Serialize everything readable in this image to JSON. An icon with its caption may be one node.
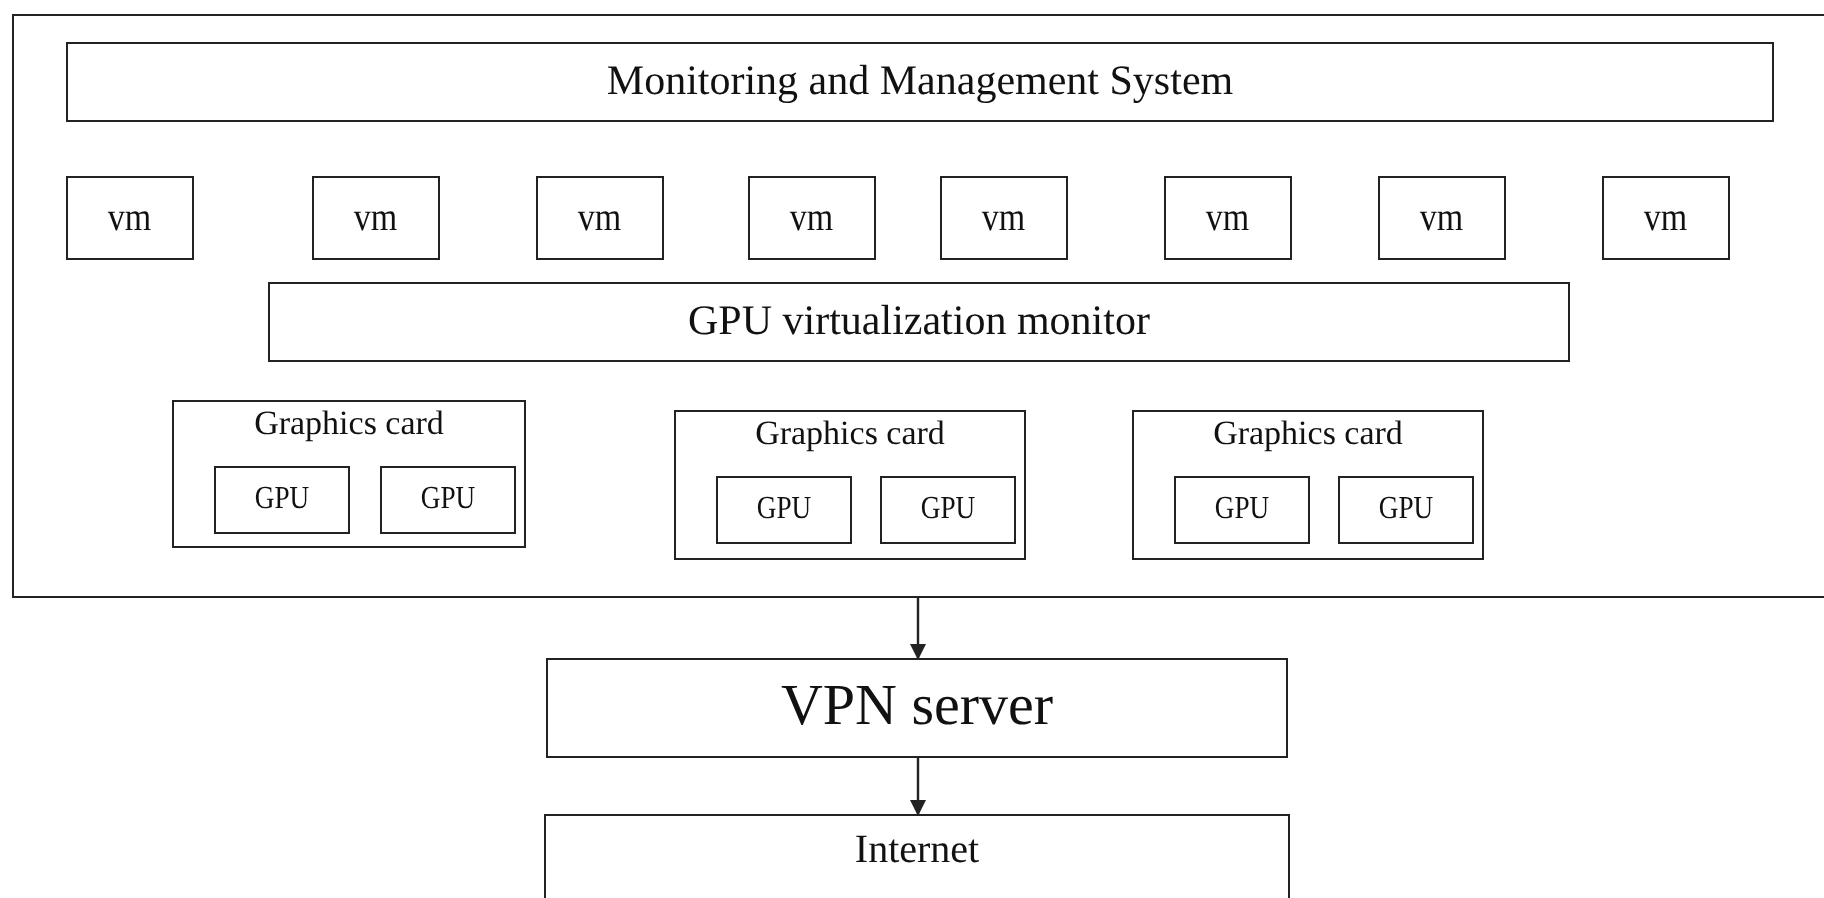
{
  "diagram": {
    "nodes": [
      {
        "text": [],
        "shape": "box"
      },
      {
        "text": [
          "Monitoring and Management System"
        ],
        "in": 0
      },
      {
        "text": [
          "vm"
        ],
        "in": 0
      },
      {
        "text": [
          "vm"
        ],
        "in": 0
      },
      {
        "text": [
          "vm"
        ],
        "in": 0
      },
      {
        "text": [
          "vm"
        ],
        "in": 0
      },
      {
        "text": [
          "vm"
        ],
        "in": 0
      },
      {
        "text": [
          "vm"
        ],
        "in": 0
      },
      {
        "text": [
          "vm"
        ],
        "in": 0
      },
      {
        "text": [
          "vm"
        ],
        "in": 0
      },
      {
        "text": [
          "GPU virtualization monitor"
        ],
        "in": 0
      },
      {
        "text": [
          "Graphics card"
        ],
        "in": 0
      },
      {
        "text": [
          "GPU"
        ],
        "in": 11
      },
      {
        "text": [
          "GPU"
        ],
        "in": 11
      },
      {
        "text": [
          "Graphics card"
        ],
        "in": 0
      },
      {
        "text": [
          "GPU"
        ],
        "in": 14
      },
      {
        "text": [
          "GPU"
        ],
        "in": 14
      },
      {
        "text": [
          "Graphics card"
        ],
        "in": 0
      },
      {
        "text": [
          "GPU"
        ],
        "in": 17
      },
      {
        "text": [
          "GPU"
        ],
        "in": 17
      },
      {
        "text": [
          "VPN server"
        ]
      },
      {
        "text": [
          "Internet"
        ]
      }
    ],
    "edges": [
      {
        "from": 0,
        "to": 20,
        "arrow": "to"
      },
      {
        "from": 20,
        "to": 21,
        "arrow": "to"
      }
    ]
  }
}
